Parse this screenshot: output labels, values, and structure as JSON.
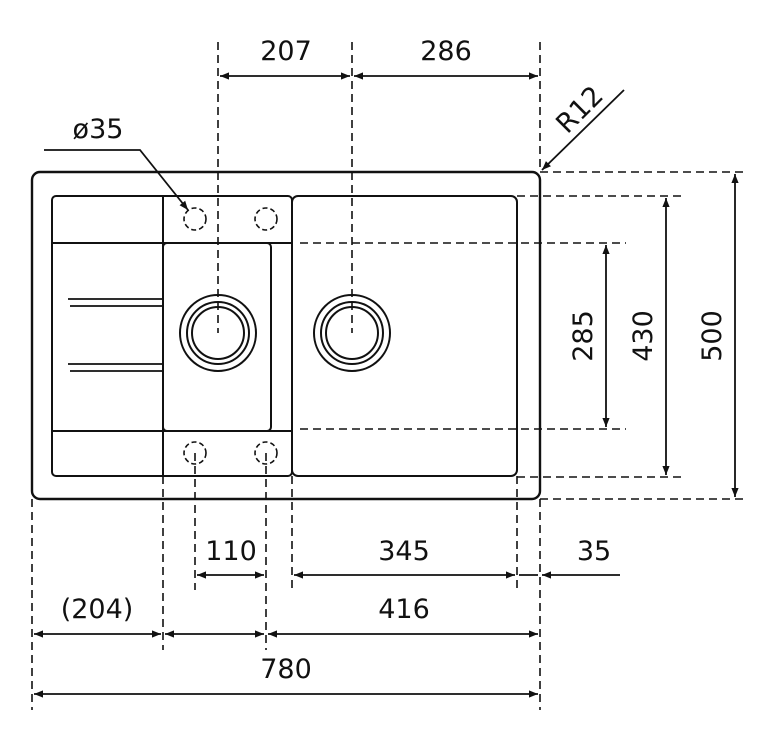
{
  "drawing": {
    "dimensions": {
      "d207": "207",
      "d286": "286",
      "radius": "R12",
      "hole_diameter": "ø35",
      "d110": "110",
      "d345": "345",
      "d35": "35",
      "d204": "(204)",
      "d416": "416",
      "d780": "780",
      "d285": "285",
      "d430": "430",
      "d500": "500"
    }
  }
}
